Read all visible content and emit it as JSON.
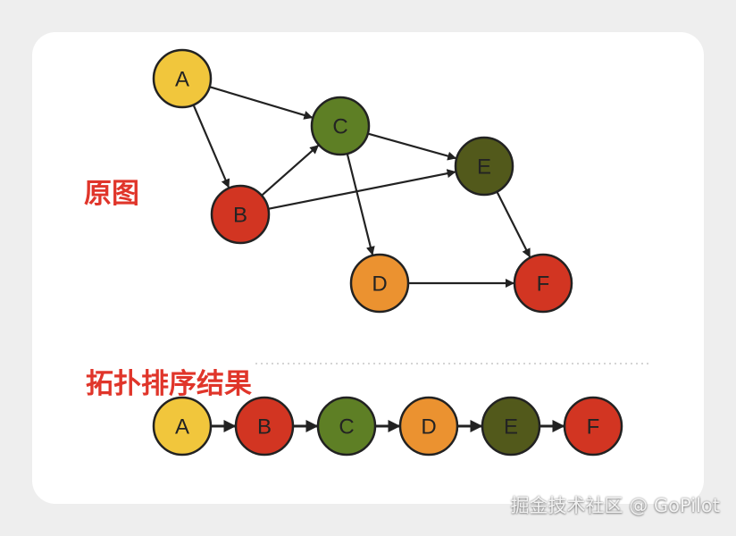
{
  "labels": {
    "original": "原图",
    "result": "拓扑排序结果"
  },
  "watermark": "掘金技术社区 @ GoPilot",
  "colors": {
    "yellow": "#f1c63c",
    "red": "#d23522",
    "green": "#5e7f25",
    "orange": "#eb9230",
    "olive": "#52591b",
    "stroke": "#222222",
    "label": "#e0352a"
  },
  "graph": {
    "nodes": [
      {
        "id": "A",
        "label": "A",
        "color": "yellow"
      },
      {
        "id": "B",
        "label": "B",
        "color": "red"
      },
      {
        "id": "C",
        "label": "C",
        "color": "green"
      },
      {
        "id": "D",
        "label": "D",
        "color": "orange"
      },
      {
        "id": "E",
        "label": "E",
        "color": "olive"
      },
      {
        "id": "F",
        "label": "F",
        "color": "red"
      }
    ],
    "edges": [
      {
        "from": "A",
        "to": "B"
      },
      {
        "from": "A",
        "to": "C"
      },
      {
        "from": "B",
        "to": "C"
      },
      {
        "from": "B",
        "to": "E"
      },
      {
        "from": "C",
        "to": "D"
      },
      {
        "from": "C",
        "to": "E"
      },
      {
        "from": "D",
        "to": "F"
      },
      {
        "from": "E",
        "to": "F"
      }
    ]
  },
  "result": {
    "order": [
      {
        "id": "A",
        "label": "A",
        "color": "yellow"
      },
      {
        "id": "B",
        "label": "B",
        "color": "red"
      },
      {
        "id": "C",
        "label": "C",
        "color": "green"
      },
      {
        "id": "D",
        "label": "D",
        "color": "orange"
      },
      {
        "id": "E",
        "label": "E",
        "color": "olive"
      },
      {
        "id": "F",
        "label": "F",
        "color": "red"
      }
    ]
  }
}
